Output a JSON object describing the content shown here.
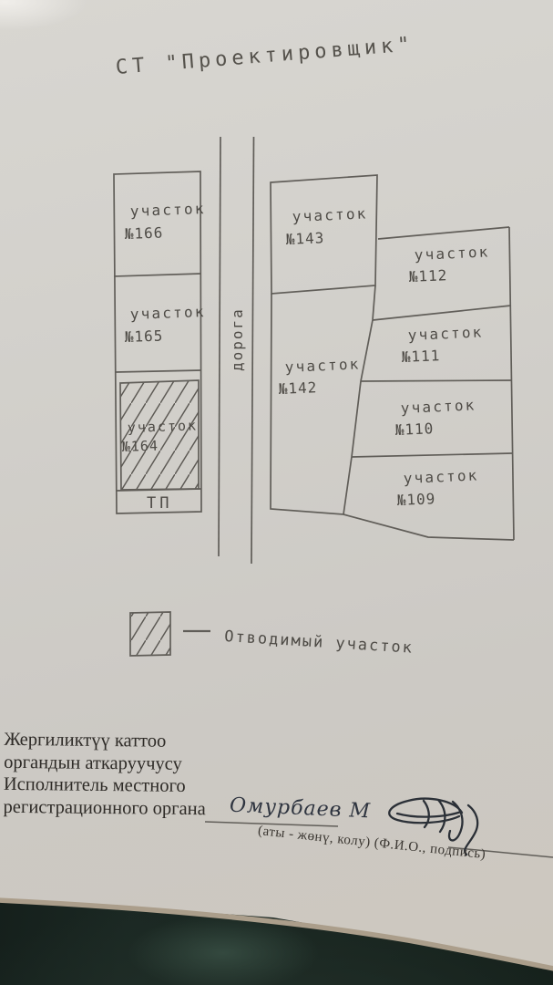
{
  "title": "СТ \"Проектировщик\"",
  "road": {
    "label": "дорога"
  },
  "plots": {
    "left_column": [
      {
        "label": "участок",
        "number": "№166",
        "hatched": false
      },
      {
        "label": "участок",
        "number": "№165",
        "hatched": false
      },
      {
        "label": "участок",
        "number": "№164",
        "hatched": true
      }
    ],
    "tp_label": "ТП",
    "right_block": [
      {
        "label": "участок",
        "number": "№143",
        "hatched": false
      },
      {
        "label": "участок",
        "number": "№142",
        "hatched": false
      },
      {
        "label": "участок",
        "number": "№112",
        "hatched": false
      },
      {
        "label": "участок",
        "number": "№111",
        "hatched": false
      },
      {
        "label": "участок",
        "number": "№110",
        "hatched": false
      },
      {
        "label": "участок",
        "number": "№109",
        "hatched": false
      }
    ]
  },
  "legend": {
    "label": "Отводимый участок"
  },
  "footer": {
    "lines": [
      "Жергиликтүү каттоо",
      "органдын аткаруучусу",
      "Исполнитель местного",
      "регистрационного органа"
    ],
    "handwritten_name": "Омурбаев М",
    "caption": "(аты - жөнү, колу) (Ф.И.О., подпись)"
  },
  "colors": {
    "paper": "#cfccc7",
    "ink_lines": "#5b5853",
    "stencil_text": "#4e4b46",
    "serif_text": "#2e2b27",
    "signature_ink": "#2b3037",
    "paper_edge": "#ab9e8b",
    "background": "#17201c"
  }
}
